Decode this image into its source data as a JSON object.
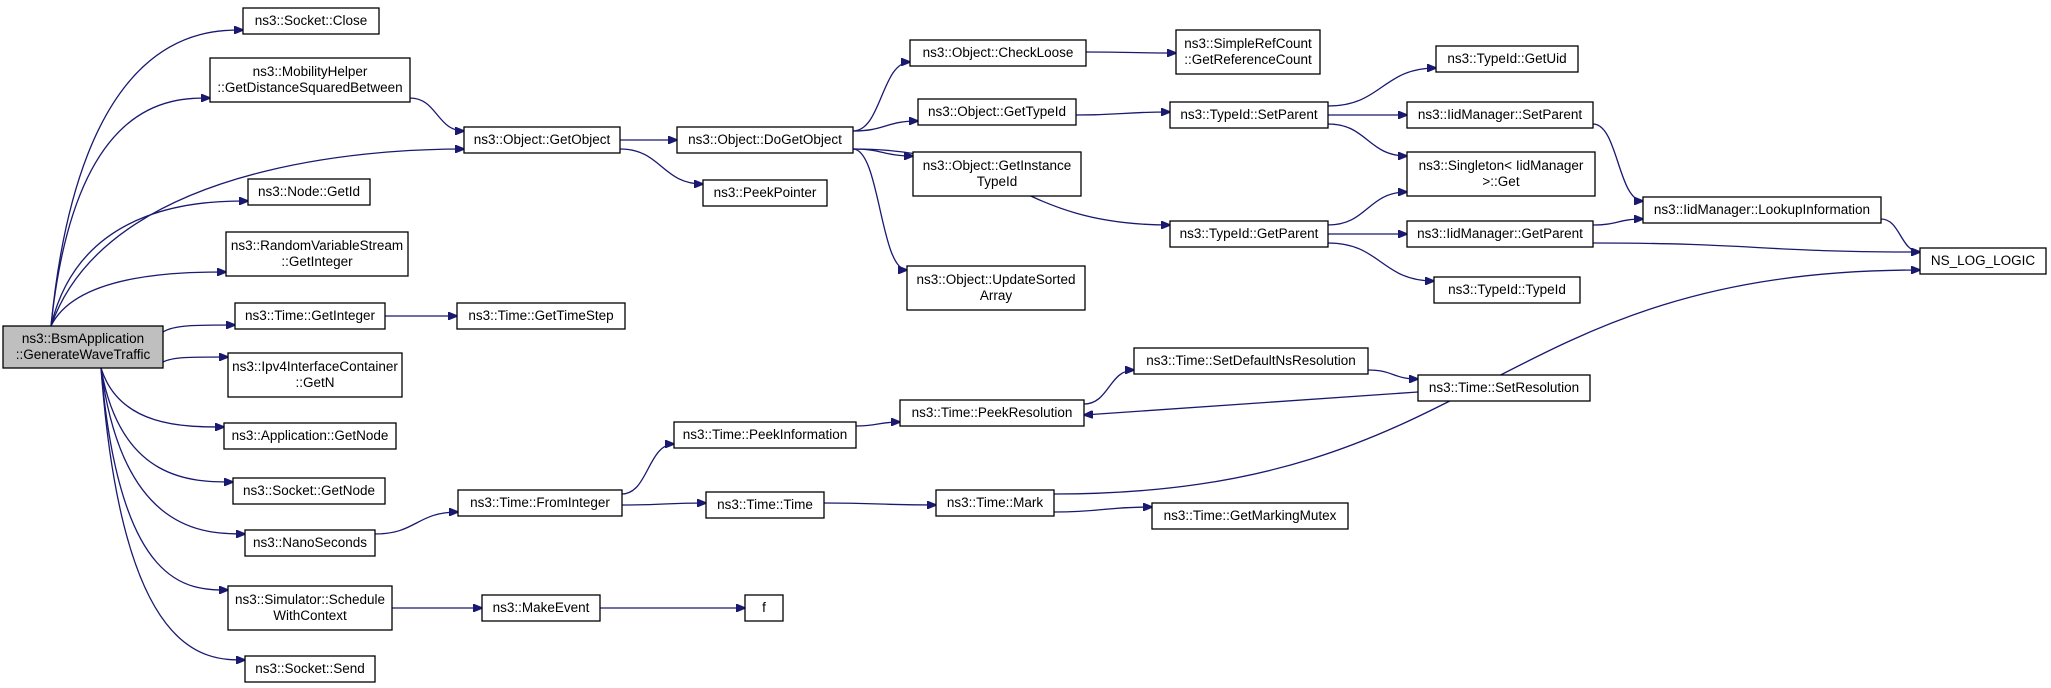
{
  "diagram": {
    "type": "call-graph",
    "root": "bsm_gen",
    "nodes": [
      {
        "id": "bsm_gen",
        "lines": [
          "ns3::BsmApplication",
          "::GenerateWaveTraffic"
        ],
        "root": true
      },
      {
        "id": "sock_close",
        "lines": [
          "ns3::Socket::Close"
        ]
      },
      {
        "id": "mob_dist",
        "lines": [
          "ns3::MobilityHelper",
          "::GetDistanceSquaredBetween"
        ]
      },
      {
        "id": "obj_getobject",
        "lines": [
          "ns3::Object::GetObject"
        ]
      },
      {
        "id": "node_getid",
        "lines": [
          "ns3::Node::GetId"
        ]
      },
      {
        "id": "rvs_getint",
        "lines": [
          "ns3::RandomVariableStream",
          "::GetInteger"
        ]
      },
      {
        "id": "time_getint",
        "lines": [
          "ns3::Time::GetInteger"
        ]
      },
      {
        "id": "time_gettimestep",
        "lines": [
          "ns3::Time::GetTimeStep"
        ]
      },
      {
        "id": "ipv4_getn",
        "lines": [
          "ns3::Ipv4InterfaceContainer",
          "::GetN"
        ]
      },
      {
        "id": "app_getnode",
        "lines": [
          "ns3::Application::GetNode"
        ]
      },
      {
        "id": "sock_getnode",
        "lines": [
          "ns3::Socket::GetNode"
        ]
      },
      {
        "id": "nanoseconds",
        "lines": [
          "ns3::NanoSeconds"
        ]
      },
      {
        "id": "sim_schedule",
        "lines": [
          "ns3::Simulator::Schedule",
          "WithContext"
        ]
      },
      {
        "id": "sock_send",
        "lines": [
          "ns3::Socket::Send"
        ]
      },
      {
        "id": "obj_dogetobject",
        "lines": [
          "ns3::Object::DoGetObject"
        ]
      },
      {
        "id": "peekpointer",
        "lines": [
          "ns3::PeekPointer"
        ]
      },
      {
        "id": "obj_checkloose",
        "lines": [
          "ns3::Object::CheckLoose"
        ]
      },
      {
        "id": "obj_gettypeid",
        "lines": [
          "ns3::Object::GetTypeId"
        ]
      },
      {
        "id": "obj_getinstancetypeid",
        "lines": [
          "ns3::Object::GetInstance",
          "TypeId"
        ]
      },
      {
        "id": "obj_updatesorted",
        "lines": [
          "ns3::Object::UpdateSorted",
          "Array"
        ]
      },
      {
        "id": "simplerefcount",
        "lines": [
          "ns3::SimpleRefCount",
          "::GetReferenceCount"
        ]
      },
      {
        "id": "typeid_setparent",
        "lines": [
          "ns3::TypeId::SetParent"
        ]
      },
      {
        "id": "typeid_getparent",
        "lines": [
          "ns3::TypeId::GetParent"
        ]
      },
      {
        "id": "typeid_getuid",
        "lines": [
          "ns3::TypeId::GetUid"
        ]
      },
      {
        "id": "iid_setparent",
        "lines": [
          "ns3::IidManager::SetParent"
        ]
      },
      {
        "id": "singleton_get",
        "lines": [
          "ns3::Singleton< IidManager",
          " >::Get"
        ]
      },
      {
        "id": "iid_getparent",
        "lines": [
          "ns3::IidManager::GetParent"
        ]
      },
      {
        "id": "typeid_typeid",
        "lines": [
          "ns3::TypeId::TypeId"
        ]
      },
      {
        "id": "iid_lookup",
        "lines": [
          "ns3::IidManager::LookupInformation"
        ]
      },
      {
        "id": "ns_log_logic",
        "lines": [
          "NS_LOG_LOGIC"
        ]
      },
      {
        "id": "time_frominteger",
        "lines": [
          "ns3::Time::FromInteger"
        ]
      },
      {
        "id": "time_peekinfo",
        "lines": [
          "ns3::Time::PeekInformation"
        ]
      },
      {
        "id": "time_peekres",
        "lines": [
          "ns3::Time::PeekResolution"
        ]
      },
      {
        "id": "time_setdefaultns",
        "lines": [
          "ns3::Time::SetDefaultNsResolution"
        ]
      },
      {
        "id": "time_setres",
        "lines": [
          "ns3::Time::SetResolution"
        ]
      },
      {
        "id": "time_time",
        "lines": [
          "ns3::Time::Time"
        ]
      },
      {
        "id": "time_mark",
        "lines": [
          "ns3::Time::Mark"
        ]
      },
      {
        "id": "time_getmarkingmutex",
        "lines": [
          "ns3::Time::GetMarkingMutex"
        ]
      },
      {
        "id": "makeevent",
        "lines": [
          "ns3::MakeEvent"
        ]
      },
      {
        "id": "f",
        "lines": [
          "f"
        ]
      }
    ],
    "edges": [
      [
        "bsm_gen",
        "sock_close"
      ],
      [
        "bsm_gen",
        "mob_dist"
      ],
      [
        "bsm_gen",
        "obj_getobject"
      ],
      [
        "bsm_gen",
        "node_getid"
      ],
      [
        "bsm_gen",
        "rvs_getint"
      ],
      [
        "bsm_gen",
        "time_getint"
      ],
      [
        "bsm_gen",
        "ipv4_getn"
      ],
      [
        "bsm_gen",
        "app_getnode"
      ],
      [
        "bsm_gen",
        "sock_getnode"
      ],
      [
        "bsm_gen",
        "nanoseconds"
      ],
      [
        "bsm_gen",
        "sim_schedule"
      ],
      [
        "bsm_gen",
        "sock_send"
      ],
      [
        "mob_dist",
        "obj_getobject"
      ],
      [
        "obj_getobject",
        "obj_dogetobject"
      ],
      [
        "obj_getobject",
        "peekpointer"
      ],
      [
        "obj_dogetobject",
        "obj_checkloose"
      ],
      [
        "obj_dogetobject",
        "obj_gettypeid"
      ],
      [
        "obj_dogetobject",
        "obj_getinstancetypeid"
      ],
      [
        "obj_dogetobject",
        "obj_updatesorted"
      ],
      [
        "obj_dogetobject",
        "typeid_getparent"
      ],
      [
        "obj_checkloose",
        "simplerefcount"
      ],
      [
        "obj_gettypeid",
        "typeid_setparent"
      ],
      [
        "typeid_setparent",
        "typeid_getuid"
      ],
      [
        "typeid_setparent",
        "iid_setparent"
      ],
      [
        "typeid_setparent",
        "singleton_get"
      ],
      [
        "iid_setparent",
        "iid_lookup"
      ],
      [
        "typeid_getparent",
        "singleton_get"
      ],
      [
        "typeid_getparent",
        "iid_getparent"
      ],
      [
        "typeid_getparent",
        "typeid_typeid"
      ],
      [
        "iid_getparent",
        "iid_lookup"
      ],
      [
        "iid_getparent",
        "ns_log_logic"
      ],
      [
        "iid_lookup",
        "ns_log_logic"
      ],
      [
        "time_getint",
        "time_gettimestep"
      ],
      [
        "nanoseconds",
        "time_frominteger"
      ],
      [
        "time_frominteger",
        "time_peekinfo"
      ],
      [
        "time_frominteger",
        "time_time"
      ],
      [
        "time_peekinfo",
        "time_peekres"
      ],
      [
        "time_peekres",
        "time_setdefaultns"
      ],
      [
        "time_setdefaultns",
        "time_setres"
      ],
      [
        "time_setres",
        "time_peekres"
      ],
      [
        "time_time",
        "time_mark"
      ],
      [
        "time_mark",
        "ns_log_logic"
      ],
      [
        "time_mark",
        "time_getmarkingmutex"
      ],
      [
        "sim_schedule",
        "makeevent"
      ],
      [
        "makeevent",
        "f"
      ]
    ],
    "colors": {
      "edge": "#191970",
      "root_fill": "#bfbfbf",
      "node_fill": "#ffffff",
      "border": "#000000"
    }
  }
}
